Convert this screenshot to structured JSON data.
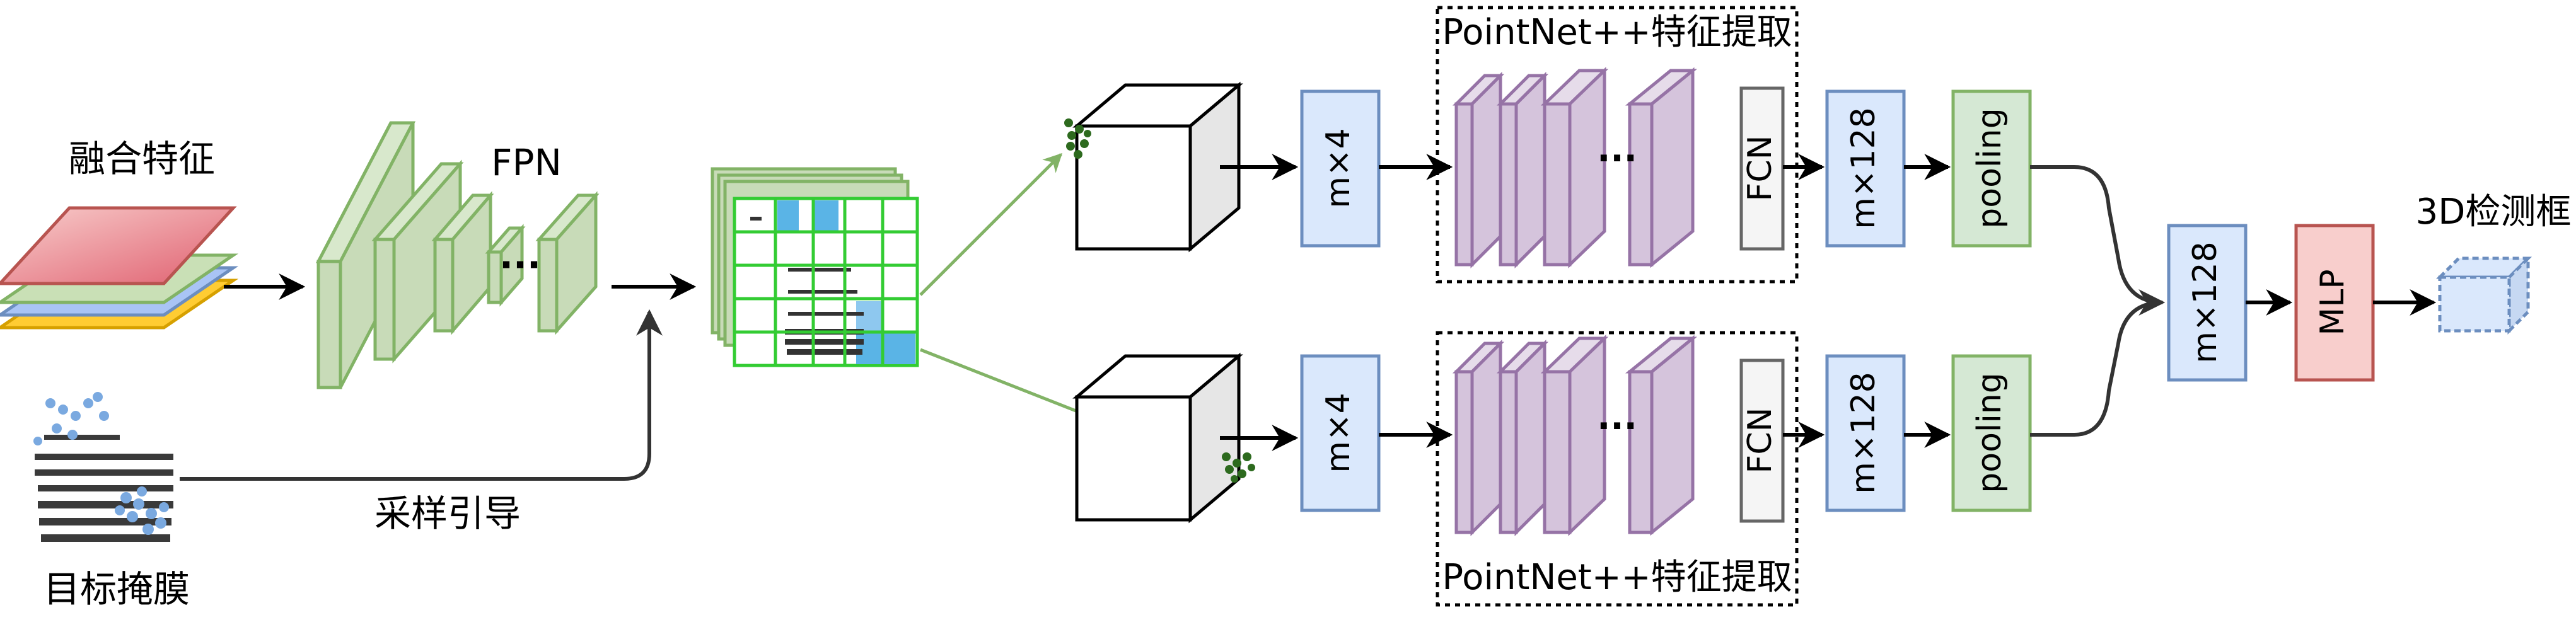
{
  "labels": {
    "fused_feature": "融合特征",
    "fpn": "FPN",
    "target_mask": "目标掩膜",
    "sampling_guide": "采样引导",
    "pointnet_top": "PointNet++特征提取",
    "pointnet_bottom": "PointNet++特征提取",
    "output_box": "3D检测框"
  },
  "boxes": {
    "m4_top": "m×4",
    "m4_bottom": "m×4",
    "fcn_top": "FCN",
    "fcn_bottom": "FCN",
    "m128_top": "m×128",
    "m128_bottom": "m×128",
    "pooling_top": "pooling",
    "pooling_bottom": "pooling",
    "m128_merge": "m×128",
    "mlp": "MLP"
  },
  "ellipsis": {
    "fpn": "···",
    "pointnet_top": "···",
    "pointnet_bottom": "···"
  },
  "colors": {
    "fpn_fill": "#c8dbb8",
    "fpn_stroke": "#82b366",
    "box_blue_fill": "#dae8fc",
    "box_blue_stroke": "#6c8ebf",
    "box_green_fill": "#d5e8d4",
    "box_green_stroke": "#82b366",
    "box_red_fill": "#f8cecc",
    "box_red_stroke": "#b85450",
    "pointnet_fill": "#d5c4dc",
    "pointnet_stroke": "#9673a6",
    "fcn_fill": "#f5f5f5",
    "fcn_stroke": "#666666",
    "grid_line": "#33cc33",
    "green_arrow": "#82b366"
  }
}
